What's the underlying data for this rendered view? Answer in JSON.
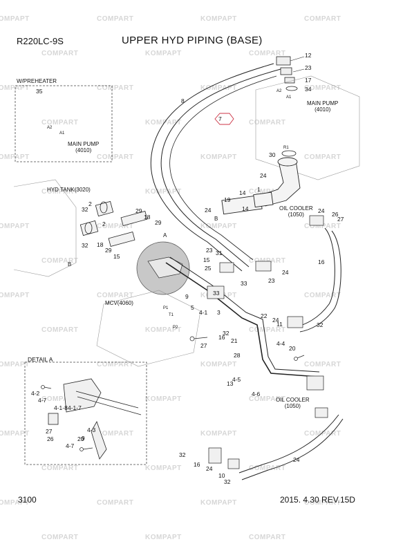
{
  "header": {
    "model": "R220LC-9S",
    "title": "UPPER HYD PIPING (BASE)"
  },
  "footer": {
    "page": "3100",
    "revision": "2015. 4.30   REV.15D"
  },
  "section_labels": {
    "preheater": "W/PREHEATER",
    "main_pump_inset": "MAIN PUMP\n(4010)",
    "main_pump_top": "MAIN PUMP\n(4010)",
    "hyd_tank": "HYD TANK(3020)",
    "oil_cooler_top": "OIL COOLER\n(1050)",
    "oil_cooler_bottom": "OIL COOLER\n(1050)",
    "mcv": "MCV(4060)",
    "detail_a": "DETAIL A",
    "view_a": "A",
    "view_b_left": "B",
    "view_b_hose": "B"
  },
  "port_labels": [
    "A2",
    "A1",
    "A2",
    "A1",
    "P1",
    "T1",
    "P2",
    "R1"
  ],
  "callouts": [
    "12",
    "23",
    "17",
    "34",
    "35",
    "8",
    "7",
    "30",
    "24",
    "1",
    "14",
    "19",
    "14",
    "24",
    "2",
    "32",
    "29",
    "18",
    "29",
    "2",
    "32",
    "18",
    "29",
    "15",
    "23",
    "31",
    "15",
    "25",
    "23",
    "33",
    "24",
    "9",
    "33",
    "3",
    "5",
    "4-1",
    "22",
    "21",
    "4-4",
    "20",
    "28",
    "27",
    "32",
    "16",
    "24",
    "11",
    "32",
    "16",
    "24",
    "26",
    "27",
    "13",
    "4-5",
    "4-6",
    "4-2",
    "4-7",
    "4-1-8",
    "4-1-7",
    "27",
    "26",
    "20",
    "9",
    "4-7",
    "4-3",
    "32",
    "16",
    "24",
    "10",
    "32",
    "24"
  ],
  "watermarks": [
    "KOMPAPT",
    "COMPART"
  ],
  "colors": {
    "line": "#222222",
    "watermark": "#d6d6d6",
    "highlight": "#cc3344",
    "zoom": "#c8c8c8"
  }
}
